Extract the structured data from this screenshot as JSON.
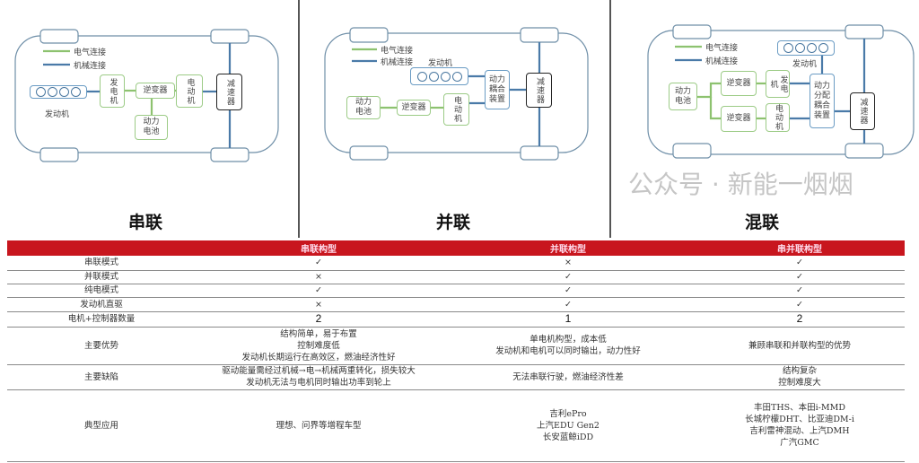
{
  "legend": {
    "electric": "电气连接",
    "mechanical": "机械连接"
  },
  "colors": {
    "electric": "#8dc26f",
    "mechanical": "#4a7aa8",
    "header": "#c8161e"
  },
  "panels": [
    {
      "title": "串联",
      "engine": "发动机",
      "generator": "发电机",
      "inverter": "逆变器",
      "motor": "电动机",
      "battery": "动力电池",
      "reducer": "减速器"
    },
    {
      "title": "并联",
      "engine": "发动机",
      "coupler": "动力耦合装置",
      "battery": "动力电池",
      "inverter": "逆变器",
      "motor": "电动机",
      "reducer": "减速器"
    },
    {
      "title": "混联",
      "engine": "发动机",
      "inverter1": "逆变器",
      "inverter2": "逆变器",
      "generator": "发电机",
      "motor": "电动机",
      "split": "动力分配耦合装置",
      "battery": "动力电池",
      "reducer": "减速器"
    }
  ],
  "table": {
    "headers": [
      "",
      "串联构型",
      "并联构型",
      "串并联构型"
    ],
    "rows": [
      [
        "串联模式",
        "✓",
        "×",
        "✓"
      ],
      [
        "并联模式",
        "×",
        "✓",
        "✓"
      ],
      [
        "纯电模式",
        "✓",
        "✓",
        "✓"
      ],
      [
        "发动机直驱",
        "×",
        "✓",
        "✓"
      ],
      [
        "电机+控制器数量",
        "2",
        "1",
        "2"
      ],
      [
        "主要优势",
        "结构简单，易于布置\n控制难度低\n发动机长期运行在高效区，燃油经济性好",
        "单电机构型，成本低\n发动机和电机可以同时输出，动力性好",
        "兼顾串联和并联构型的优势"
      ],
      [
        "主要缺陷",
        "驱动能量需经过机械→电→机械两重转化，损失较大\n发动机无法与电机同时输出功率到轮上",
        "无法串联行驶，燃油经济性差",
        "结构复杂\n控制难度大"
      ],
      [
        "典型应用",
        "理想、问界等增程车型",
        "吉利ePro\n上汽EDU Gen2\n长安蓝鲸iDD",
        "丰田THS、本田i-MMD\n长城柠檬DHT、比亚迪DM-i\n吉利雷神混动、上汽DMH\n广汽GMC"
      ]
    ]
  },
  "watermark": "公众号 · 新能一烟烟"
}
